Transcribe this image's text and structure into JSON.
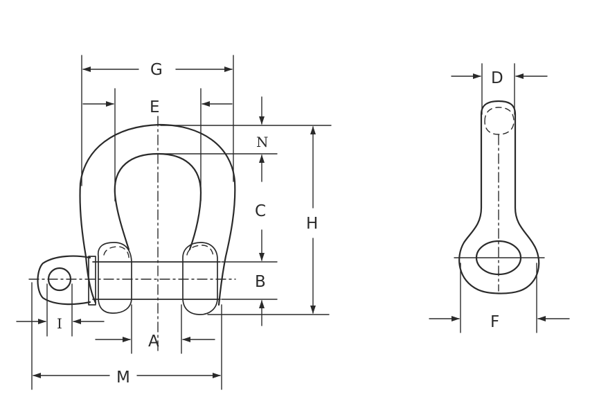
{
  "labels": {
    "G": "G",
    "E": "E",
    "N": "N",
    "C": "C",
    "H": "H",
    "B": "B",
    "I": "I",
    "A": "A",
    "M": "M",
    "D": "D",
    "F": "F"
  }
}
